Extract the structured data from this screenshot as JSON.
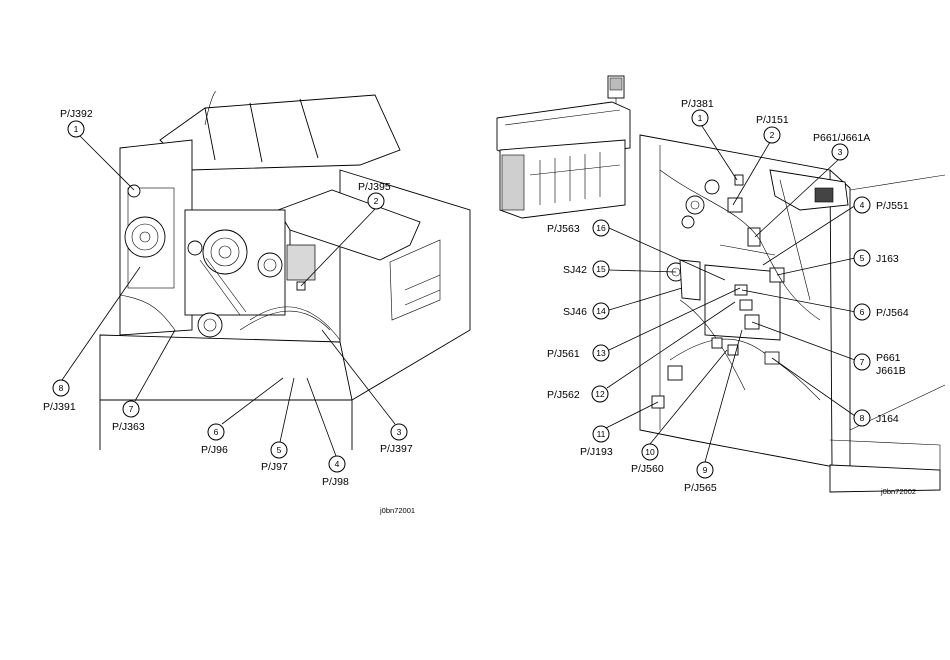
{
  "left_figure": {
    "id": "j0bn72001",
    "callouts": [
      {
        "n": "1",
        "label": "P/J392"
      },
      {
        "n": "2",
        "label": "P/J395"
      },
      {
        "n": "3",
        "label": "P/J397"
      },
      {
        "n": "4",
        "label": "P/J98"
      },
      {
        "n": "5",
        "label": "P/J97"
      },
      {
        "n": "6",
        "label": "P/J96"
      },
      {
        "n": "7",
        "label": "P/J363"
      },
      {
        "n": "8",
        "label": "P/J391"
      }
    ]
  },
  "right_figure": {
    "id": "j0bn72002",
    "callouts": [
      {
        "n": "1",
        "label": "P/J381"
      },
      {
        "n": "2",
        "label": "P/J151"
      },
      {
        "n": "3",
        "label": "P661/J661A"
      },
      {
        "n": "4",
        "label": "P/J551"
      },
      {
        "n": "5",
        "label": "J163"
      },
      {
        "n": "6",
        "label": "P/J564"
      },
      {
        "n": "7",
        "label": "P661",
        "label2": "J661B"
      },
      {
        "n": "8",
        "label": "J164"
      },
      {
        "n": "9",
        "label": "P/J565"
      },
      {
        "n": "10",
        "label": "P/J560"
      },
      {
        "n": "11",
        "label": "P/J193"
      },
      {
        "n": "12",
        "label": "P/J562"
      },
      {
        "n": "13",
        "label": "P/J561"
      },
      {
        "n": "14",
        "label": "SJ46"
      },
      {
        "n": "15",
        "label": "SJ42"
      },
      {
        "n": "16",
        "label": "P/J563"
      }
    ]
  }
}
